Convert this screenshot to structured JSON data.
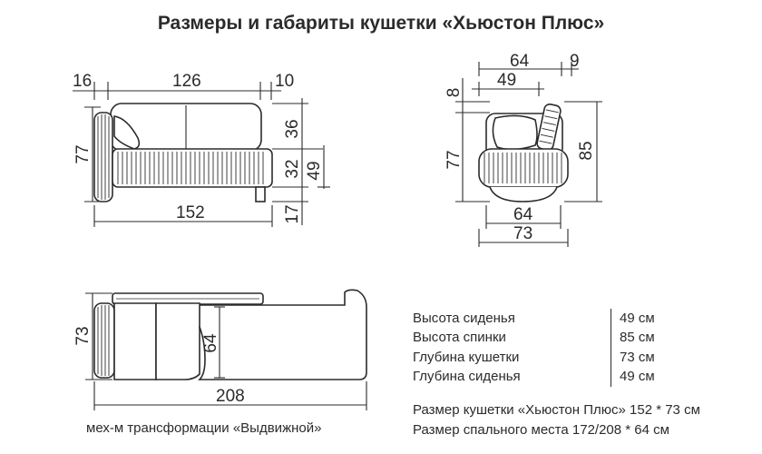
{
  "title": "Размеры и габариты кушетки «Хьюстон Плюс»",
  "front_view": {
    "dims": {
      "left_arm": "16",
      "seat_width": "126",
      "right_end": "10",
      "total_height": "77",
      "back_height": "36",
      "seat_part": "32",
      "seat_height": "49",
      "legs": "17",
      "total_width": "152"
    }
  },
  "side_view": {
    "dims": {
      "top_depth": "64",
      "top_extra": "9",
      "top_inner": "49",
      "back_extra": "8",
      "height": "77",
      "back_height": "85",
      "seat_depth": "64",
      "total_depth": "73"
    }
  },
  "top_view": {
    "dims": {
      "depth": "73",
      "sleeping_depth": "64",
      "unfolded_length": "208"
    },
    "caption": "мех-м трансформации «Выдвижной»"
  },
  "specs": [
    {
      "label": "Высота сиденья",
      "value": "49 см"
    },
    {
      "label": "Высота спинки",
      "value": "85 см"
    },
    {
      "label": "Глубина кушетки",
      "value": "73 см"
    },
    {
      "label": "Глубина сиденья",
      "value": "49 см"
    }
  ],
  "info": {
    "size_line": "Размер кушетки «Хьюстон Плюс» 152 * 73 см",
    "sleep_line": "Размер спального места 172/208 * 64 см"
  }
}
